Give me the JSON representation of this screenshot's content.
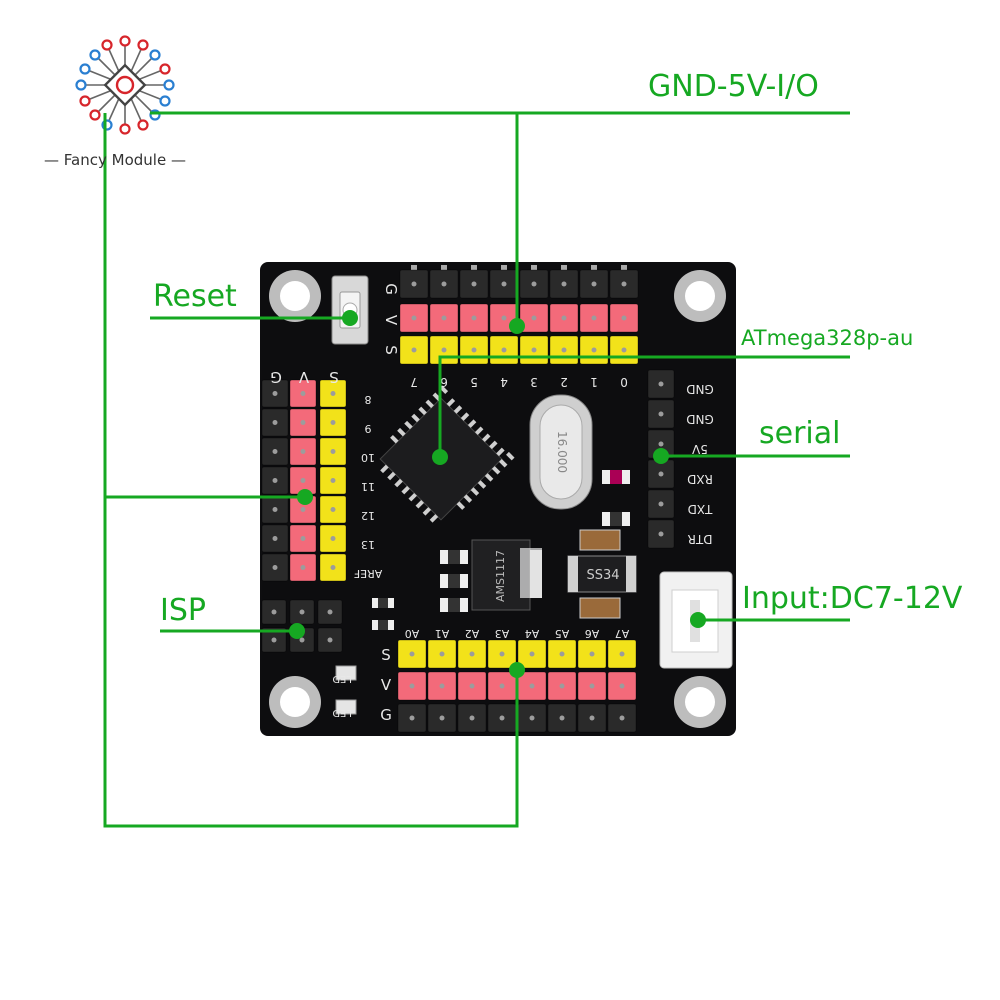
{
  "brand": {
    "name": "Fancy Module",
    "colors": {
      "red": "#d7252b",
      "blue": "#2a7fd1",
      "callout_green": "#16a822"
    }
  },
  "callouts": {
    "gnd_5v_io": "GND-5V-I/O",
    "reset": "Reset",
    "atmega": "ATmega328p-au",
    "serial": "serial",
    "isp": "ISP",
    "input_dc": "Input:DC7-12V"
  },
  "board": {
    "colors": {
      "pcb": "#0d0d0f",
      "pin_black": "#2a2a2a",
      "pin_red": "#f36a7a",
      "pin_yellow": "#f2e21a",
      "silk": "#e8e8e8",
      "pad": "#d6d6d6"
    },
    "silk": {
      "top_g": "G",
      "top_v": "V",
      "top_s": "S",
      "left_g": "G",
      "left_v": "V",
      "left_s": "S",
      "bottom_s": "S",
      "bottom_v": "V",
      "bottom_g": "G",
      "top_digits": [
        "7",
        "6",
        "5",
        "4",
        "3",
        "2",
        "1",
        "0"
      ],
      "left_digits": [
        "8",
        "9",
        "10",
        "11",
        "12",
        "13",
        "AREF"
      ],
      "analog": [
        "A0",
        "A1",
        "A2",
        "A3",
        "A4",
        "A5",
        "A6",
        "A7"
      ],
      "serial_pins": [
        "GND",
        "GND",
        "5V",
        "RXD",
        "TXD",
        "DTR"
      ],
      "diode": "SS34",
      "regulator": "AMS1117",
      "crystal": "16.000",
      "led": "LED"
    }
  }
}
